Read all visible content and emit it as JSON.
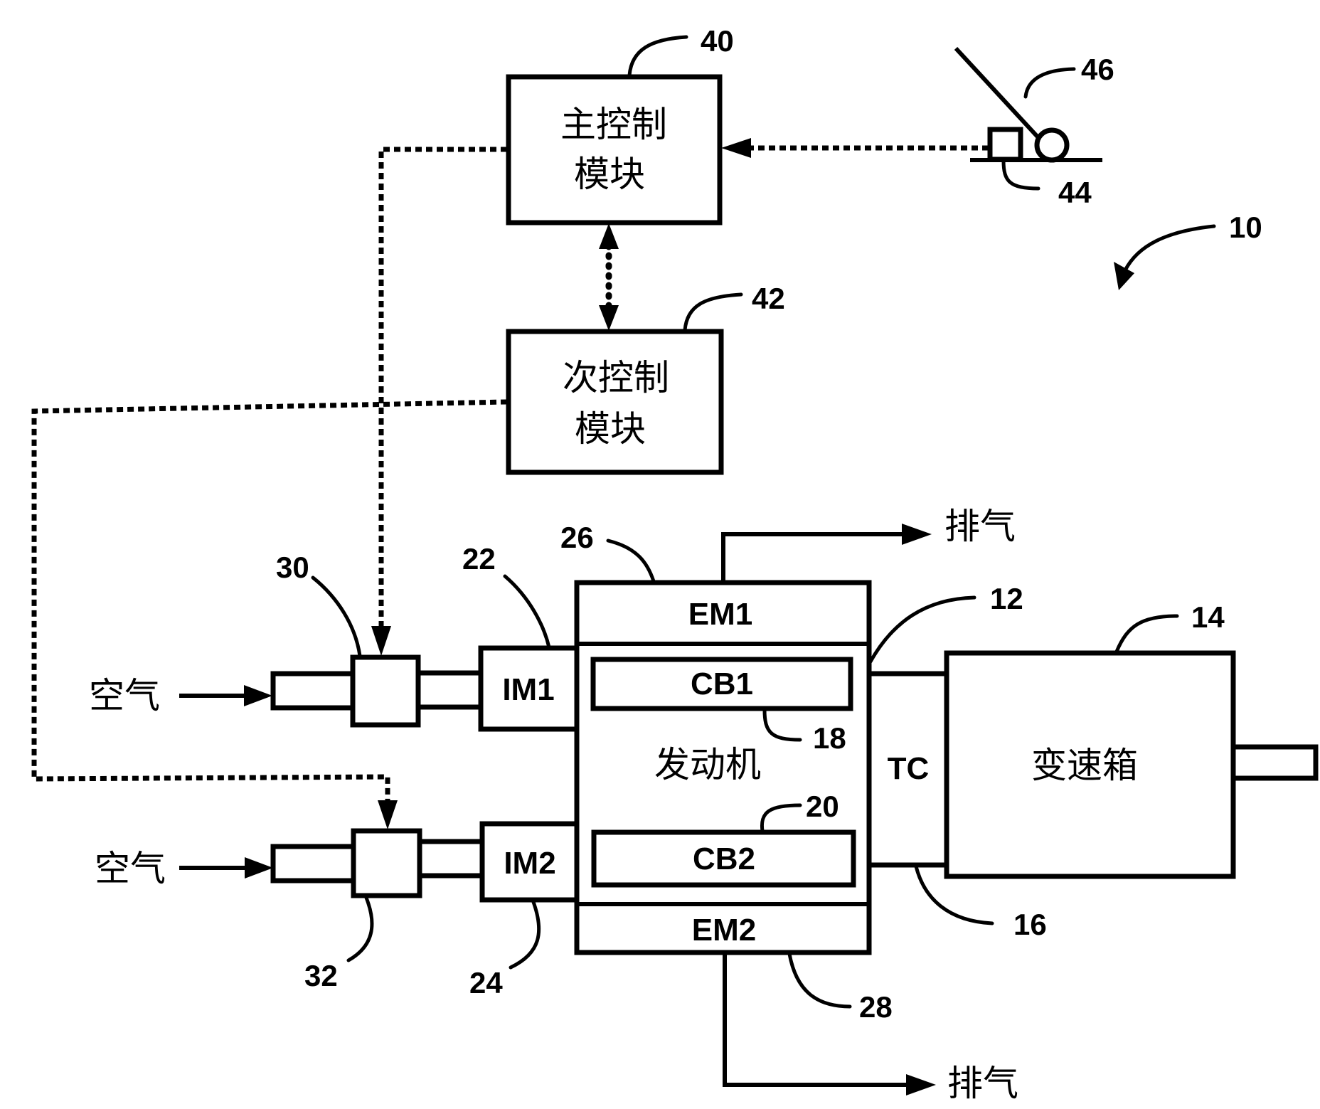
{
  "figure": {
    "system_ref": "10",
    "main_control_module": {
      "line1": "主控制",
      "line2": "模块",
      "ref": "40"
    },
    "secondary_control_module": {
      "line1": "次控制",
      "line2": "模块",
      "ref": "42"
    },
    "pedal_sensor": {
      "sensor_ref": "44",
      "pedal_ref": "46"
    },
    "engine": {
      "label": "发动机",
      "ref": "12",
      "exhaust_manifold_1": {
        "label": "EM1",
        "ref": "26"
      },
      "exhaust_manifold_2": {
        "label": "EM2",
        "ref": "28"
      },
      "cylinder_bank_1": {
        "label": "CB1",
        "ref": "18"
      },
      "cylinder_bank_2": {
        "label": "CB2",
        "ref": "20"
      }
    },
    "intake_manifold_1": {
      "label": "IM1",
      "ref": "22"
    },
    "intake_manifold_2": {
      "label": "IM2",
      "ref": "24"
    },
    "throttle_1": {
      "ref": "30"
    },
    "throttle_2": {
      "ref": "32"
    },
    "torque_converter": {
      "label": "TC",
      "ref": "16"
    },
    "transmission": {
      "label": "变速箱",
      "ref": "14"
    },
    "air_inlet_1": {
      "label": "空气"
    },
    "air_inlet_2": {
      "label": "空气"
    },
    "exhaust_out_1": {
      "label": "排气"
    },
    "exhaust_out_2": {
      "label": "排气"
    }
  }
}
